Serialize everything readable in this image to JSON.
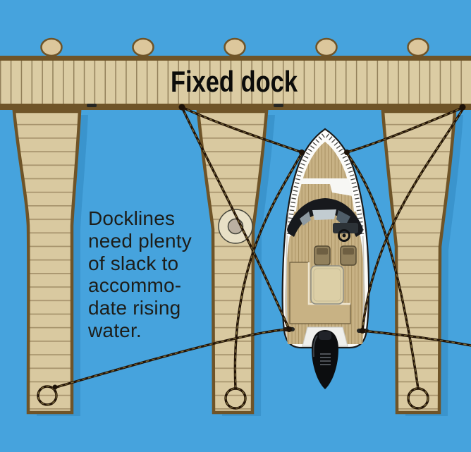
{
  "diagram": {
    "title": "Fixed dock",
    "caption": {
      "lines": [
        "Docklines",
        "need plenty",
        "of slack to",
        "accommo-",
        "date rising",
        "water."
      ]
    }
  },
  "palette": {
    "water": "#46A3DD",
    "water-shadow": "#2E86BE",
    "dock-tan": "#DBCCA3",
    "dock-border": "#6F5428",
    "plank-line-v": "#92805A",
    "plank-line-h": "#A6936C",
    "cap-tan": "#DCC79C",
    "piling-tan": "#D9C9A0",
    "deck-tan": "#C8B285",
    "deck-line": "#A78F60",
    "rope-dark": "#231407",
    "rope-hi": "#8A7840",
    "hull-white": "#FBFBF8",
    "hull-outline": "#1A1A1A",
    "bench-tan": "#C8B284",
    "table-tan": "#DCCFA6",
    "seat-brown": "#91805C",
    "motor-black": "#0C0D0F",
    "text-dark": "#1D1D19",
    "fender-outer": "#E8E0C6",
    "fender-inner": "#BBB0A1",
    "knot": "#1D1208",
    "cleat": "#262622",
    "windshield": "#17191D",
    "glass-light": "#C2CCD1",
    "glass-dark": "#4F5D68",
    "dash-gray": "#2C3237",
    "well-white": "#EFEFEC"
  }
}
